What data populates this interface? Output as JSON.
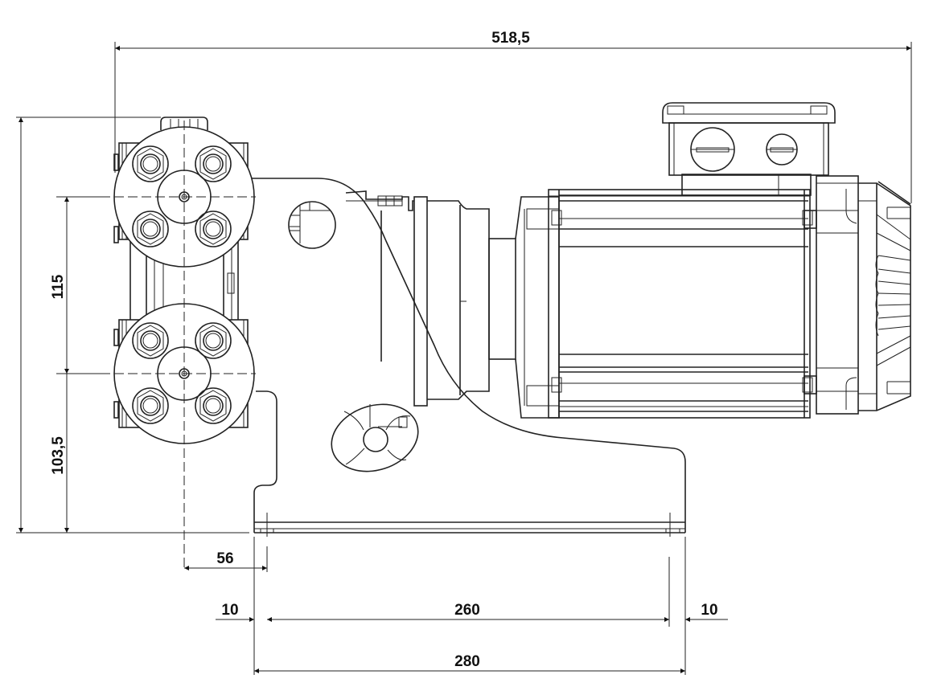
{
  "drawing": {
    "subject": "pump unit with electric motor – side view",
    "units": "mm",
    "colors": {
      "line": "#222222",
      "background": "#ffffff"
    }
  },
  "dimensions": {
    "overall_length": "518,5",
    "head_spacing": "115",
    "lower_head_height": "103,5",
    "head_axis_to_base_hole": "56",
    "base_edge_left": "10",
    "base_hole_spacing": "260",
    "base_edge_right": "10",
    "base_length": "280"
  }
}
